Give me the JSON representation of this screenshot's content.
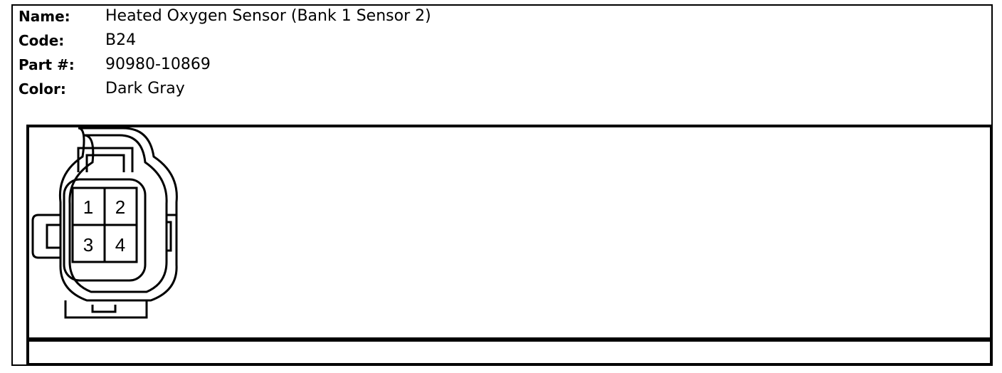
{
  "component": {
    "name_label": "Name:",
    "name_value": "Heated Oxygen Sensor (Bank 1 Sensor 2)",
    "code_label": "Code:",
    "code_value": "B24",
    "part_label": "Part #:",
    "part_value": "90980-10869",
    "color_label": "Color:",
    "color_value": "Dark Gray"
  },
  "connector": {
    "pins": [
      "1",
      "2",
      "3",
      "4"
    ]
  }
}
